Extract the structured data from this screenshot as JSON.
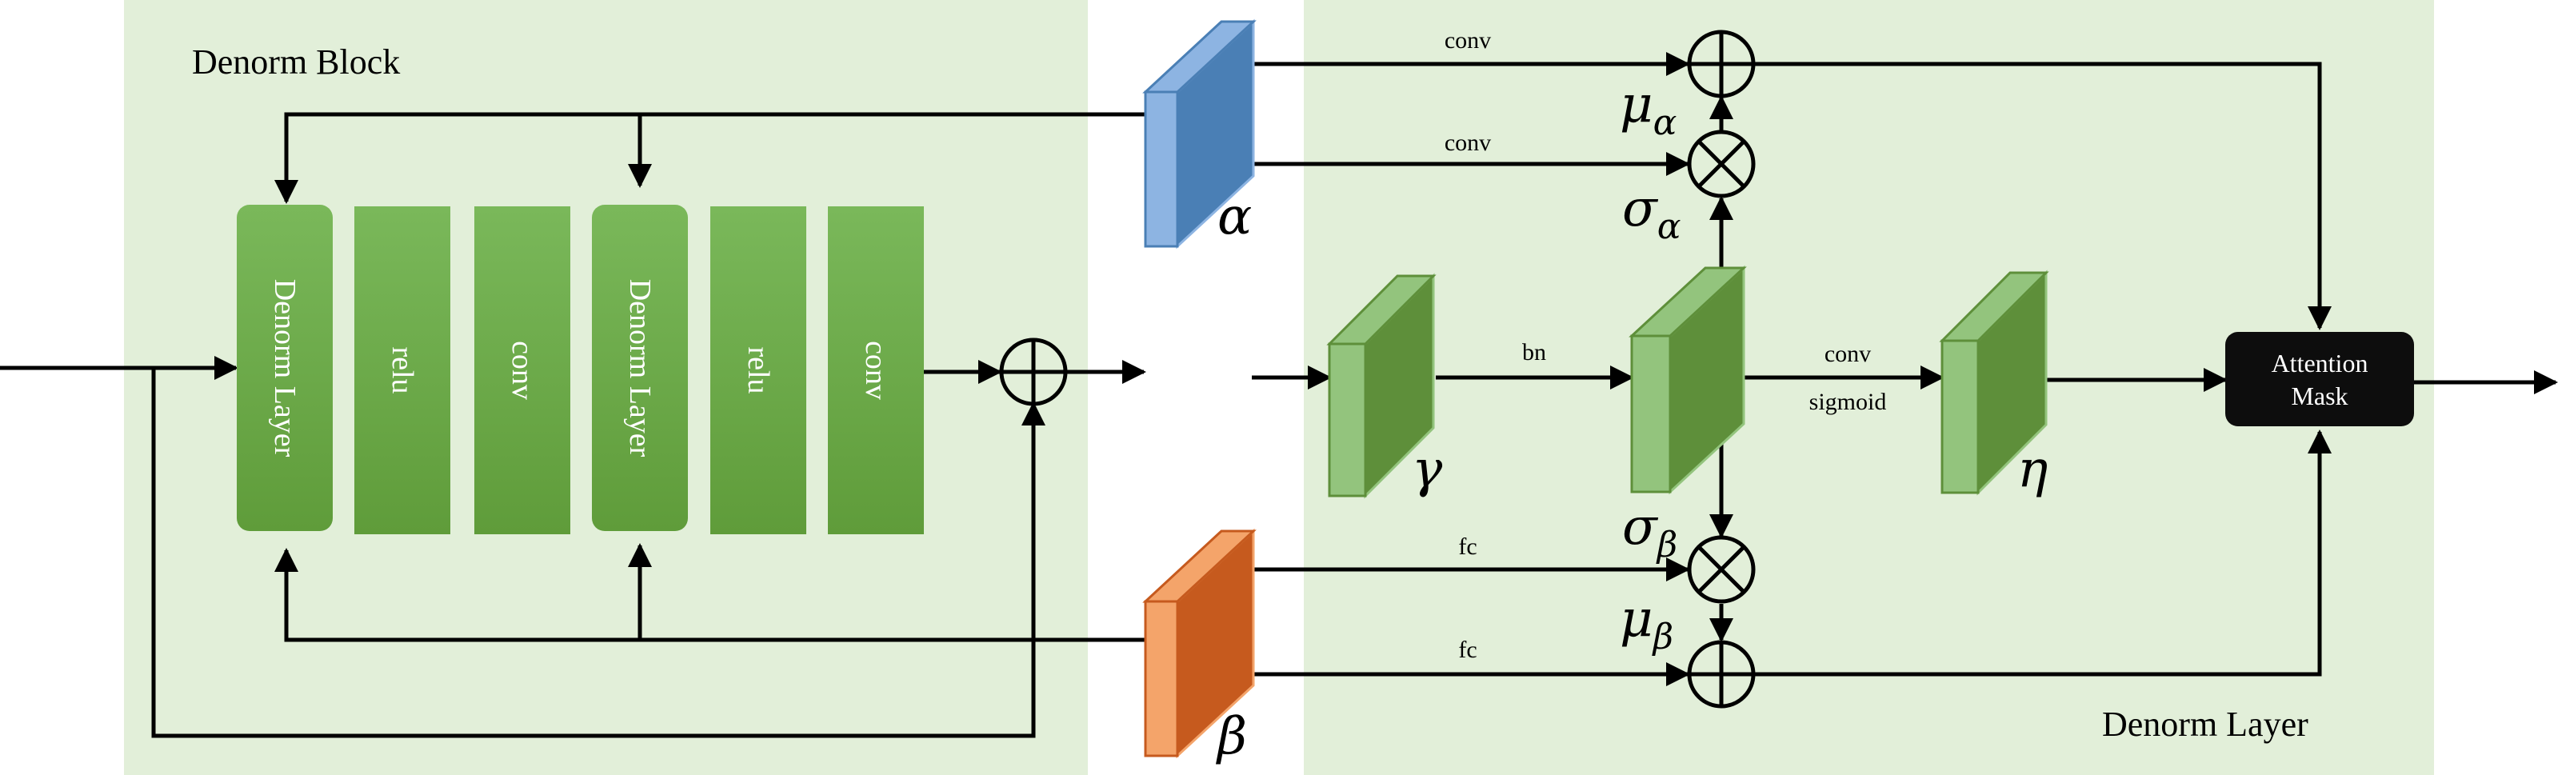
{
  "colors": {
    "panel": "#e2efd9",
    "block_green": "#70ad47",
    "cube_green_front": "#5e8f3a",
    "cube_green_top": "#93c47d",
    "alpha_front": "#4a7fb5",
    "alpha_top": "#8db4e2",
    "beta_front": "#c65a1e",
    "beta_top": "#f4a46a",
    "mask": "#0d0d0d",
    "line": "#000000"
  },
  "panels": {
    "left_title": "Denorm Block",
    "right_title": "Denorm Layer"
  },
  "blocks": [
    {
      "id": "denorm-layer-1",
      "label": "Denorm Layer"
    },
    {
      "id": "relu-1",
      "label": "relu"
    },
    {
      "id": "conv-1",
      "label": "conv"
    },
    {
      "id": "denorm-layer-2",
      "label": "Denorm Layer"
    },
    {
      "id": "relu-2",
      "label": "relu"
    },
    {
      "id": "conv-2",
      "label": "conv"
    }
  ],
  "cubes": {
    "alpha": "α",
    "beta": "β",
    "gamma": "γ",
    "eta": "η"
  },
  "edges": {
    "conv_top": "conv",
    "conv_mid": "conv",
    "bn": "bn",
    "conv_right": "conv",
    "sigmoid": "sigmoid",
    "fc_top": "fc",
    "fc_bottom": "fc"
  },
  "symbols": {
    "mu": "μ",
    "sigma": "σ",
    "sub_alpha": "α",
    "sub_beta": "β"
  },
  "mask": {
    "line1": "Attention",
    "line2": "Mask"
  },
  "icons": {
    "plus": "circle-plus-icon",
    "times": "circle-times-icon"
  }
}
